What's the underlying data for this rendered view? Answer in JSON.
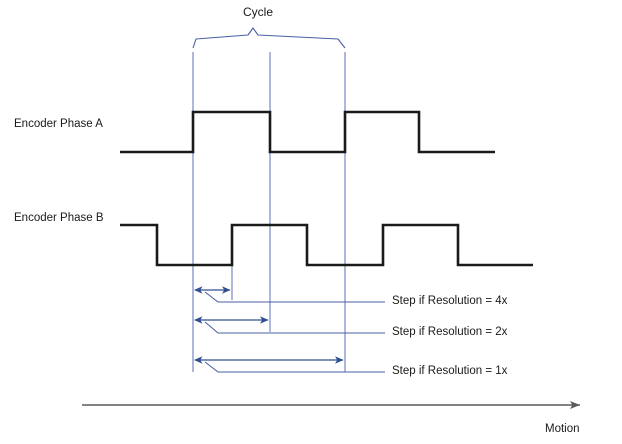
{
  "diagram": {
    "title_label": "Cycle",
    "motion_label": "Motion",
    "signals": [
      {
        "name": "phase-a",
        "label": "Encoder Phase A"
      },
      {
        "name": "phase-b",
        "label": "Encoder Phase B"
      }
    ],
    "step_labels": [
      {
        "name": "step-4x",
        "label": "Step if Resolution = 4x"
      },
      {
        "name": "step-2x",
        "label": "Step if Resolution = 2x"
      },
      {
        "name": "step-1x",
        "label": "Step if Resolution = 1x"
      }
    ],
    "colors": {
      "signal": "#1a1a1a",
      "guide": "#4a5fa5",
      "arrow": "#2f4f8f",
      "motion": "#5a5a5a",
      "background": "#ffffff"
    }
  },
  "chart_data": {
    "type": "line",
    "title": "Cycle",
    "xlabel": "Motion",
    "ylabel": "",
    "grid": false,
    "legend": "none",
    "xlim": [
      120,
      500
    ],
    "description": "Quadrature encoder waveform timing diagram with Phase A and Phase B square waves 90 degrees out of phase, showing step sizes for 1x, 2x and 4x decoding resolution.",
    "series": [
      {
        "name": "Encoder Phase A",
        "type": "square-wave",
        "low_y": 152,
        "high_y": 112,
        "transitions": [
          {
            "x": 120,
            "level": "low"
          },
          {
            "x": 193,
            "level": "high"
          },
          {
            "x": 270,
            "level": "low"
          },
          {
            "x": 345,
            "level": "high"
          },
          {
            "x": 419,
            "level": "low"
          },
          {
            "x": 495,
            "level": "low"
          }
        ]
      },
      {
        "name": "Encoder Phase B",
        "type": "square-wave",
        "low_y": 265,
        "high_y": 225,
        "transitions": [
          {
            "x": 120,
            "level": "high"
          },
          {
            "x": 157,
            "level": "low"
          },
          {
            "x": 232,
            "level": "high"
          },
          {
            "x": 307,
            "level": "low"
          },
          {
            "x": 383,
            "level": "high"
          },
          {
            "x": 458,
            "level": "low"
          },
          {
            "x": 533,
            "level": "low"
          }
        ]
      }
    ],
    "cycle_bracket": {
      "x_start": 193,
      "x_end": 345,
      "label": "Cycle"
    },
    "guide_lines": [
      {
        "x": 193,
        "y_top": 52,
        "y_bottom": 372
      },
      {
        "x": 232,
        "y_top": 255,
        "y_bottom": 300
      },
      {
        "x": 270,
        "y_top": 52,
        "y_bottom": 332
      },
      {
        "x": 345,
        "y_top": 52,
        "y_bottom": 372
      }
    ],
    "step_measurements": [
      {
        "label": "Step if Resolution = 4x",
        "x_start": 193,
        "x_end": 232,
        "arrow_y": 290,
        "leader_y": 302,
        "label_x": 392,
        "resolution": "4x"
      },
      {
        "label": "Step if Resolution = 2x",
        "x_start": 193,
        "x_end": 270,
        "arrow_y": 320,
        "leader_y": 333,
        "label_x": 392,
        "resolution": "2x"
      },
      {
        "label": "Step if Resolution = 1x",
        "x_start": 193,
        "x_end": 345,
        "arrow_y": 360,
        "leader_y": 372,
        "label_x": 392,
        "resolution": "1x"
      }
    ],
    "motion_axis": {
      "x_start": 82,
      "x_end": 583,
      "y": 405,
      "label": "Motion"
    }
  }
}
